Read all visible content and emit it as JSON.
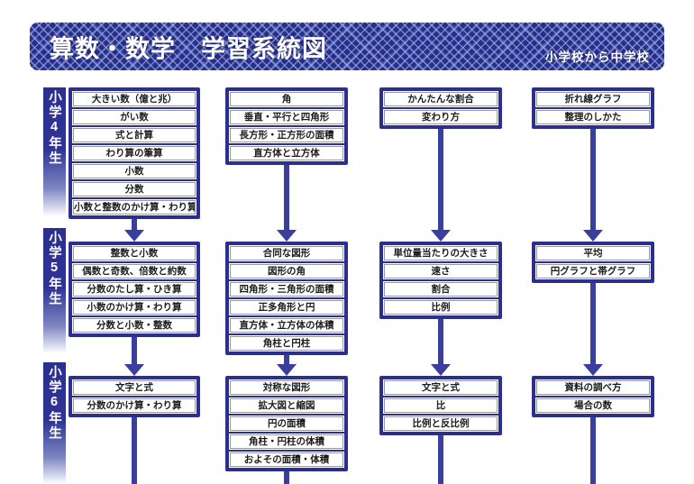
{
  "header": {
    "title": "算数・数学　学習系統図",
    "subtitle": "小学校から中学校"
  },
  "grades": [
    {
      "label": "小学4年生",
      "columns": [
        {
          "topics": [
            "大きい数（億と兆）",
            "がい数",
            "式と計算",
            "わり算の筆算",
            "小数",
            "分数",
            "小数と整数のかけ算・わり算"
          ]
        },
        {
          "topics": [
            "角",
            "垂直・平行と四角形",
            "長方形・正方形の面積",
            "直方体と立方体"
          ]
        },
        {
          "topics": [
            "かんたんな割合",
            "変わり方"
          ]
        },
        {
          "topics": [
            "折れ線グラフ",
            "整理のしかた"
          ]
        }
      ]
    },
    {
      "label": "小学5年生",
      "columns": [
        {
          "topics": [
            "整数と小数",
            "偶数と奇数、倍数と約数",
            "分数のたし算・ひき算",
            "小数のかけ算・わり算",
            "分数と小数・整数"
          ]
        },
        {
          "topics": [
            "合同な図形",
            "図形の角",
            "四角形・三角形の面積",
            "正多角形と円",
            "直方体・立方体の体積",
            "角柱と円柱"
          ]
        },
        {
          "topics": [
            "単位量当たりの大きさ",
            "速さ",
            "割合",
            "比例"
          ]
        },
        {
          "topics": [
            "平均",
            "円グラフと帯グラフ"
          ]
        }
      ]
    },
    {
      "label": "小学6年生",
      "columns": [
        {
          "topics": [
            "文字と式",
            "分数のかけ算・わり算"
          ]
        },
        {
          "topics": [
            "対称な図形",
            "拡大図と縮図",
            "円の面積",
            "角柱・円柱の体積",
            "およその面積・体積"
          ]
        },
        {
          "topics": [
            "文字と式",
            "比",
            "比例と反比例"
          ]
        },
        {
          "topics": [
            "資料の調べ方",
            "場合の数"
          ]
        }
      ]
    }
  ],
  "colors": {
    "navy": "#2b2f8f",
    "connector": "#3a3f9e",
    "box_border": "#9797a6",
    "header_pattern": "#9eb0e0"
  }
}
